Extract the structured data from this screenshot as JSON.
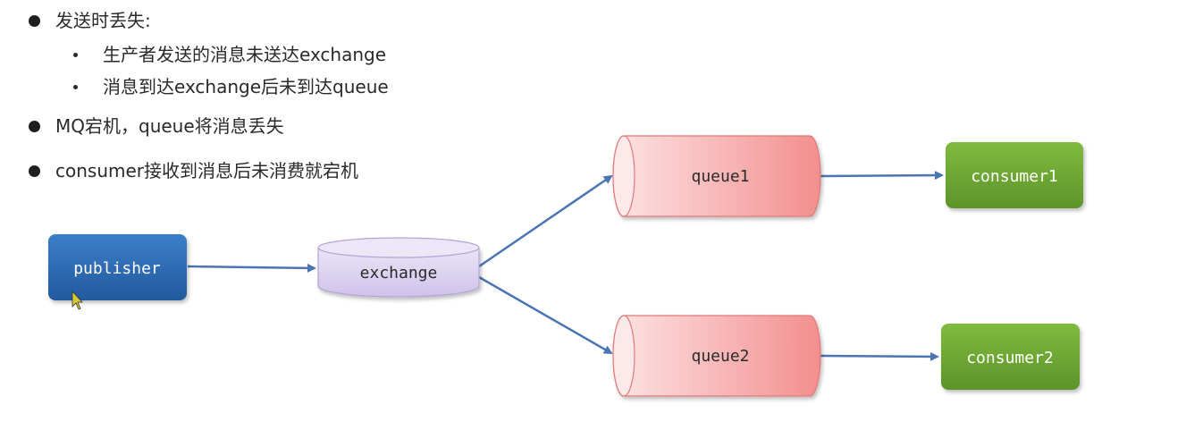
{
  "bullets": {
    "b1": "发送时丢失:",
    "b1_sub1": "生产者发送的消息未送达exchange",
    "b1_sub2": "消息到达exchange后未到达queue",
    "b2": "MQ宕机，queue将消息丢失",
    "b3": "consumer接收到消息后未消费就宕机"
  },
  "diagram": {
    "publisher": "publisher",
    "exchange": "exchange",
    "queue1": "queue1",
    "queue2": "queue2",
    "consumer1": "consumer1",
    "consumer2": "consumer2"
  },
  "colors": {
    "publisher": "#2f6db5",
    "exchange": "#dcd2ef",
    "queue": "#f7a6a6",
    "consumer": "#6fa834",
    "arrow": "#4a74b3"
  }
}
